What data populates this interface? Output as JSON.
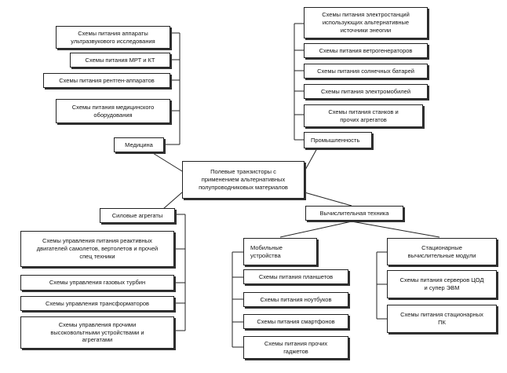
{
  "center": "Полевые транзисторы с\nприменением альтернативных\nполупроводниковых материалов",
  "medicine": {
    "title": "Медицина",
    "items": [
      "Схемы питания аппараты\nультразвукового исследования",
      "Схемы питания МРТ и КТ",
      "Схемы питания рентген-аппаратов",
      "Схемы питания медицинского\nоборудования"
    ]
  },
  "industry": {
    "title": "Промышленность",
    "items": [
      "Схемы питания электростанций\nиспользующих альтернативные\nисточники энеогии",
      "Схемы питания ветрогенераторов",
      "Схемы питания солнечных батарей",
      "Схемы питания электромобилей",
      "Схемы питания станков и\nпрочих агрегатов"
    ]
  },
  "power": {
    "title": "Силовые агрегаты",
    "items": [
      "Схемы управления питания реактивных\nдвигателей самолетов, вертолетов и прочей\nспец техники",
      "Схемы управления газовых турбин",
      "Схемы управления трансформаторов",
      "Схемы управления прочими\nвысоковольтными устройствами и\nагрегатами"
    ]
  },
  "computing": {
    "title": "Вычислительная техника",
    "mobile": {
      "title": "Мобильные\nустройства",
      "items": [
        "Схемы питания планшетов",
        "Схемы питания ноутбуков",
        "Схемы питания смартфонов",
        "Схемы питания прочих\nгаджетов"
      ]
    },
    "stationary": {
      "title": "Стационарные\nвычислительные модули",
      "items": [
        "Схемы питания серверов ЦОД\nи супер ЭВМ",
        "Схемы питания стационарных\nПК"
      ]
    }
  }
}
